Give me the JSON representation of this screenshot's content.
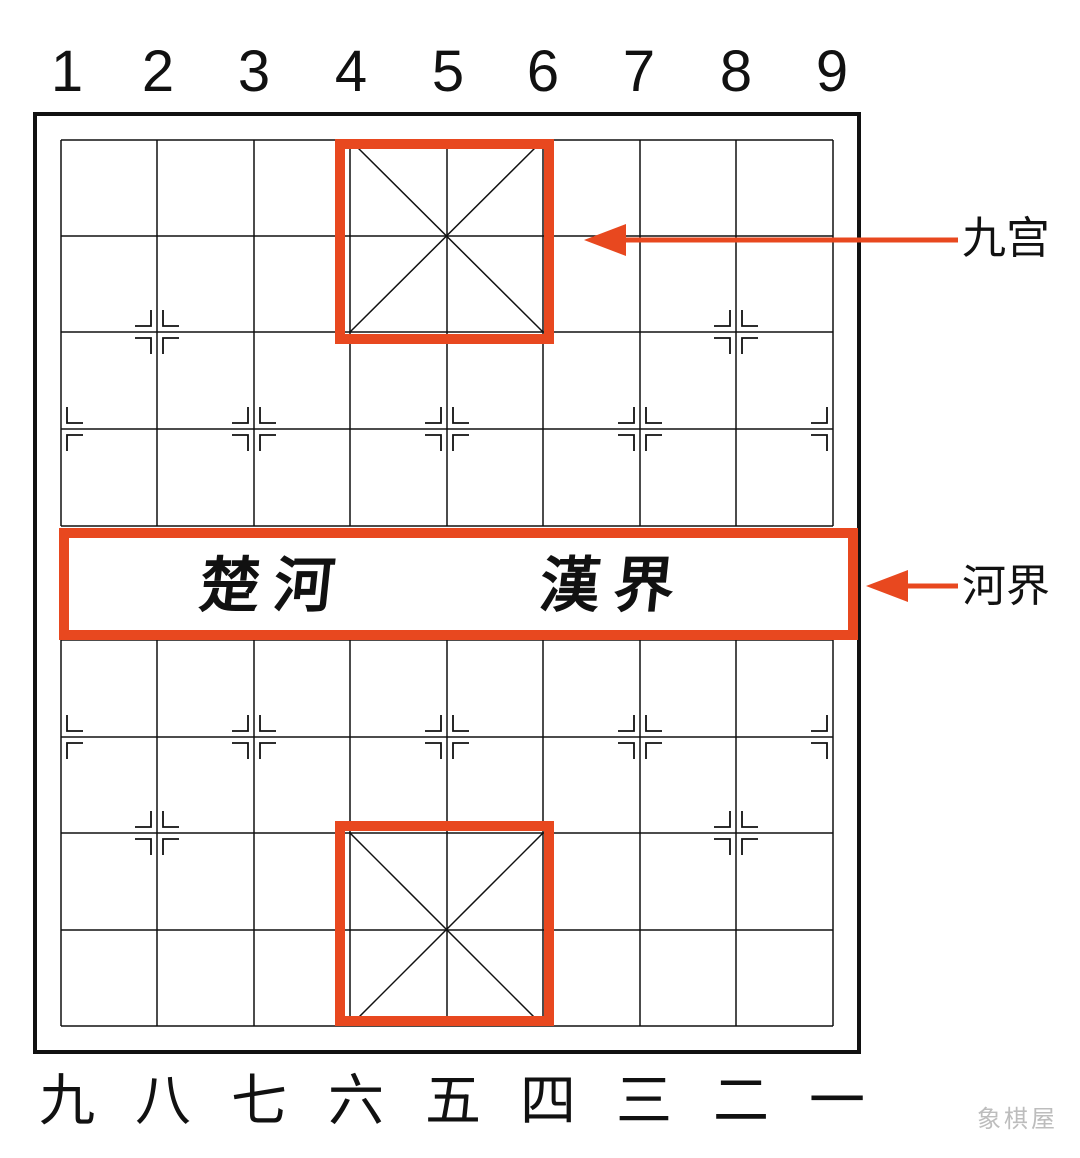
{
  "top_numbers": [
    "1",
    "2",
    "3",
    "4",
    "5",
    "6",
    "7",
    "8",
    "9"
  ],
  "bottom_numbers": [
    "九",
    "八",
    "七",
    "六",
    "五",
    "四",
    "三",
    "二",
    "一"
  ],
  "river": {
    "left_text": "楚河",
    "right_text": "漢界"
  },
  "annotations": {
    "palace_label": "九宫",
    "river_label": "河界"
  },
  "watermark": "象棋屋",
  "colors": {
    "highlight": "#e8481f",
    "lines": "#111111",
    "background": "#ffffff"
  }
}
